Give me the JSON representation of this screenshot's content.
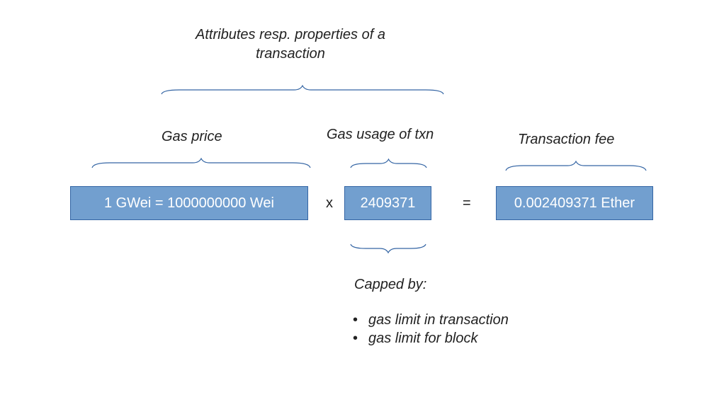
{
  "title": "Attributes resp. properties of a transaction",
  "labels": {
    "gas_price": "Gas price",
    "gas_usage": "Gas usage of txn",
    "fee": "Transaction fee"
  },
  "boxes": {
    "gas_price": "1 GWei = 1000000000 Wei",
    "gas_usage": "2409371",
    "fee": "0.002409371 Ether"
  },
  "operators": {
    "multiply": "x",
    "equals": "="
  },
  "capped": {
    "heading": "Capped by:",
    "items": [
      "gas limit in transaction",
      "gas limit for block"
    ]
  },
  "colors": {
    "box_fill": "#729fcf",
    "box_border": "#3465a4",
    "brace": "#3465a4"
  }
}
